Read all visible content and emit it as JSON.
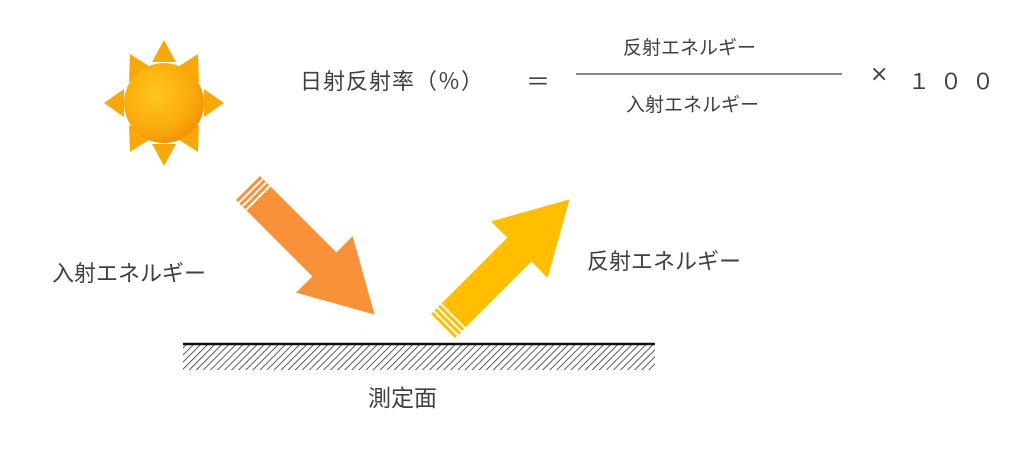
{
  "formula": {
    "left_side": "日射反射率（％）",
    "equals": "＝",
    "numerator": "反射エネルギー",
    "denominator": "入射エネルギー",
    "times": "×",
    "multiplier": "１００"
  },
  "labels": {
    "incident_energy": "入射エネルギー",
    "reflected_energy": "反射エネルギー",
    "measurement_surface": "測定面"
  },
  "icons": {
    "sun": "sun-icon"
  },
  "colors": {
    "sun_core_light": "#FFC21A",
    "sun_core_dark": "#F79A06",
    "sun_rays": "#F7A90B",
    "incident_arrow": "#F7923A",
    "reflected_arrow": "#FFBF00",
    "surface_line": "#111111",
    "text": "#404040"
  }
}
